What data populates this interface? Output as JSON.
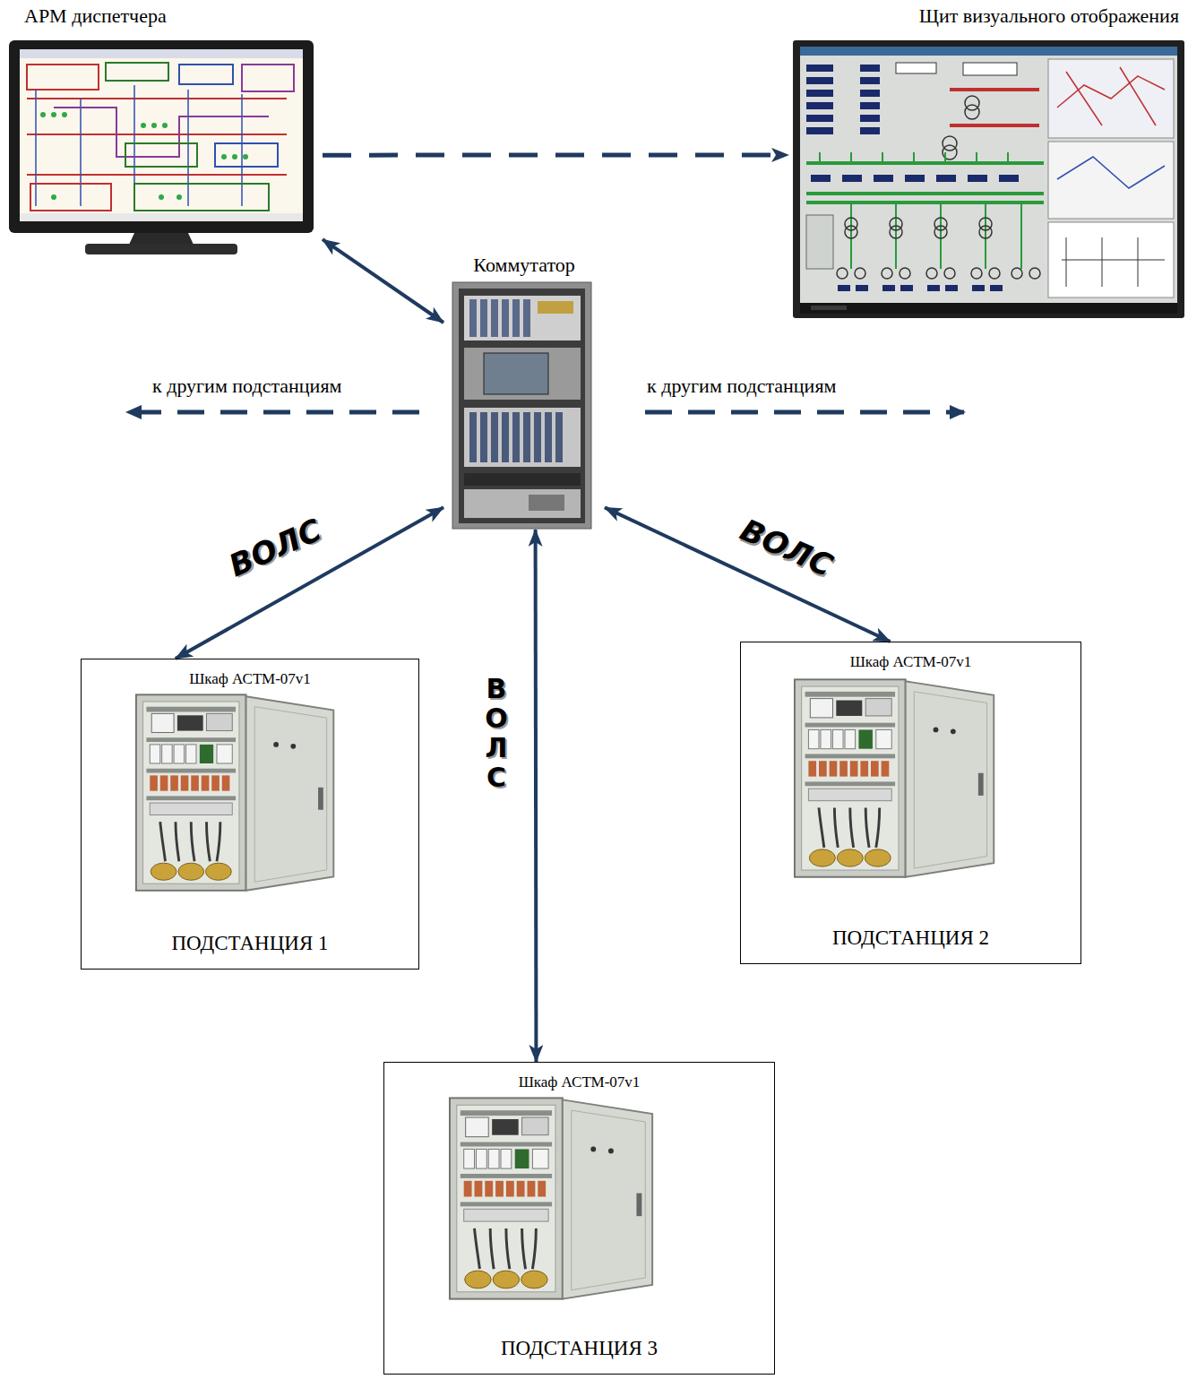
{
  "diagram": {
    "nodes": [
      {
        "text": [
          "АРМ диспетчера"
        ]
      },
      {
        "text": [
          "Щит визуального отображения"
        ]
      },
      {
        "text": [
          "Коммутатор"
        ]
      },
      {
        "text": [
          "Шкаф АСТМ-07v1",
          "ПОДСТАНЦИЯ 1"
        ]
      },
      {
        "text": [
          "Шкаф АСТМ-07v1",
          "ПОДСТАНЦИЯ 2"
        ]
      },
      {
        "text": [
          "Шкаф АСТМ-07v1",
          "ПОДСТАНЦИЯ 3"
        ]
      }
    ],
    "edges": [
      {
        "from": 0,
        "to": 2,
        "arrow": "both"
      },
      {
        "from": 0,
        "to": 1,
        "arrow": "to"
      },
      {
        "from": 2,
        "to": 3,
        "arrow": "both",
        "label": "ВОЛС"
      },
      {
        "from": 2,
        "to": 4,
        "arrow": "both",
        "label": "ВОЛС"
      },
      {
        "from": 2,
        "to": 5,
        "arrow": "both",
        "label": "ВОЛС"
      }
    ],
    "labels": [
      "к другим подстанциям",
      "к другим подстанциям"
    ]
  }
}
